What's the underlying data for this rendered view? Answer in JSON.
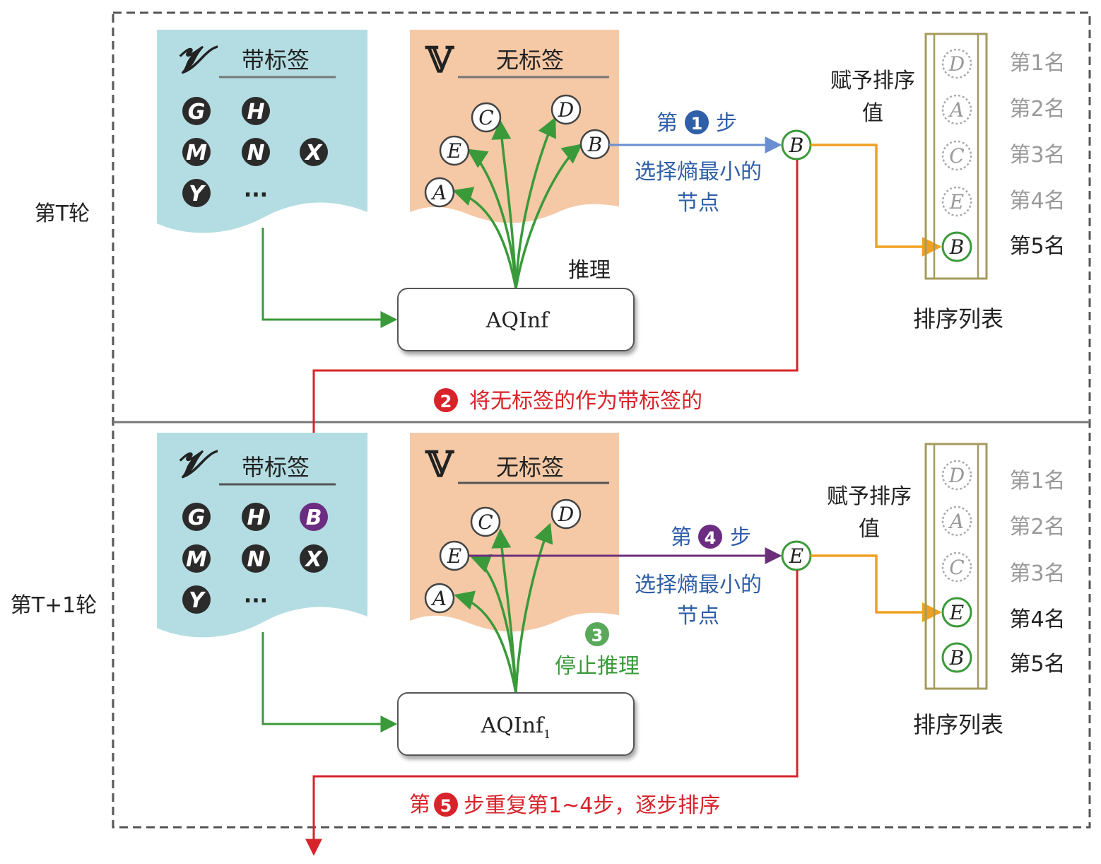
{
  "rounds": [
    {
      "round_label": "第T轮",
      "labeled_title": "带标签",
      "labeled_nodes": [
        "G",
        "H",
        "M",
        "N",
        "X",
        "Y",
        "..."
      ],
      "unlabeled_title": "无标签",
      "unlabeled_nodes": [
        "C",
        "D",
        "E",
        "B",
        "A"
      ],
      "infer_label": "推理",
      "model_label": "AQInf",
      "step_prefix": "第",
      "step_number": "1",
      "step_suffix": "步",
      "step_desc": "选择熵最小的节点",
      "chosen_node": "B",
      "assign_label": "赋予排序值",
      "rank_list_title": "排序列表",
      "rank_list": [
        {
          "node": "D",
          "rank": "第1名",
          "state": "placeholder"
        },
        {
          "node": "A",
          "rank": "第2名",
          "state": "placeholder"
        },
        {
          "node": "C",
          "rank": "第3名",
          "state": "placeholder"
        },
        {
          "node": "E",
          "rank": "第4名",
          "state": "placeholder"
        },
        {
          "node": "B",
          "rank": "第5名",
          "state": "assigned"
        }
      ]
    },
    {
      "round_label": "第T+1轮",
      "labeled_title": "带标签",
      "labeled_nodes": [
        "G",
        "H",
        "B",
        "M",
        "N",
        "X",
        "Y",
        "..."
      ],
      "unlabeled_title": "无标签",
      "unlabeled_nodes": [
        "C",
        "D",
        "E",
        "A"
      ],
      "stop_number": "3",
      "stop_label": "停止推理",
      "model_label": "AQInf",
      "model_subscript": "1",
      "step_prefix": "第",
      "step_number": "4",
      "step_suffix": "步",
      "step_desc": "选择熵最小的节点",
      "chosen_node": "E",
      "assign_label": "赋予排序值",
      "rank_list_title": "排序列表",
      "rank_list": [
        {
          "node": "D",
          "rank": "第1名",
          "state": "placeholder"
        },
        {
          "node": "A",
          "rank": "第2名",
          "state": "placeholder"
        },
        {
          "node": "C",
          "rank": "第3名",
          "state": "placeholder"
        },
        {
          "node": "E",
          "rank": "第4名",
          "state": "assigned"
        },
        {
          "node": "B",
          "rank": "第5名",
          "state": "assigned"
        }
      ]
    }
  ],
  "transfer_step": {
    "number": "2",
    "text": "将无标签的作为带标签的"
  },
  "repeat_step": {
    "prefix": "第",
    "number": "5",
    "text": "步重复第1~4步，逐步排序"
  },
  "colors": {
    "labeled_bg": "#b3dde2",
    "unlabeled_bg": "#f5c9a6",
    "green_arrow": "#3a9a3a",
    "red_arrow": "#d8232a",
    "blue_arrow": "#6a8fd0",
    "purple_arrow": "#6b2f7a",
    "orange_arrow": "#f0a020",
    "rank_frame": "#a49a5e",
    "step_blue": "#2f5fa8",
    "step_purple": "#6b2c82",
    "step_green": "#5aa85a",
    "step_red": "#d8232a"
  }
}
